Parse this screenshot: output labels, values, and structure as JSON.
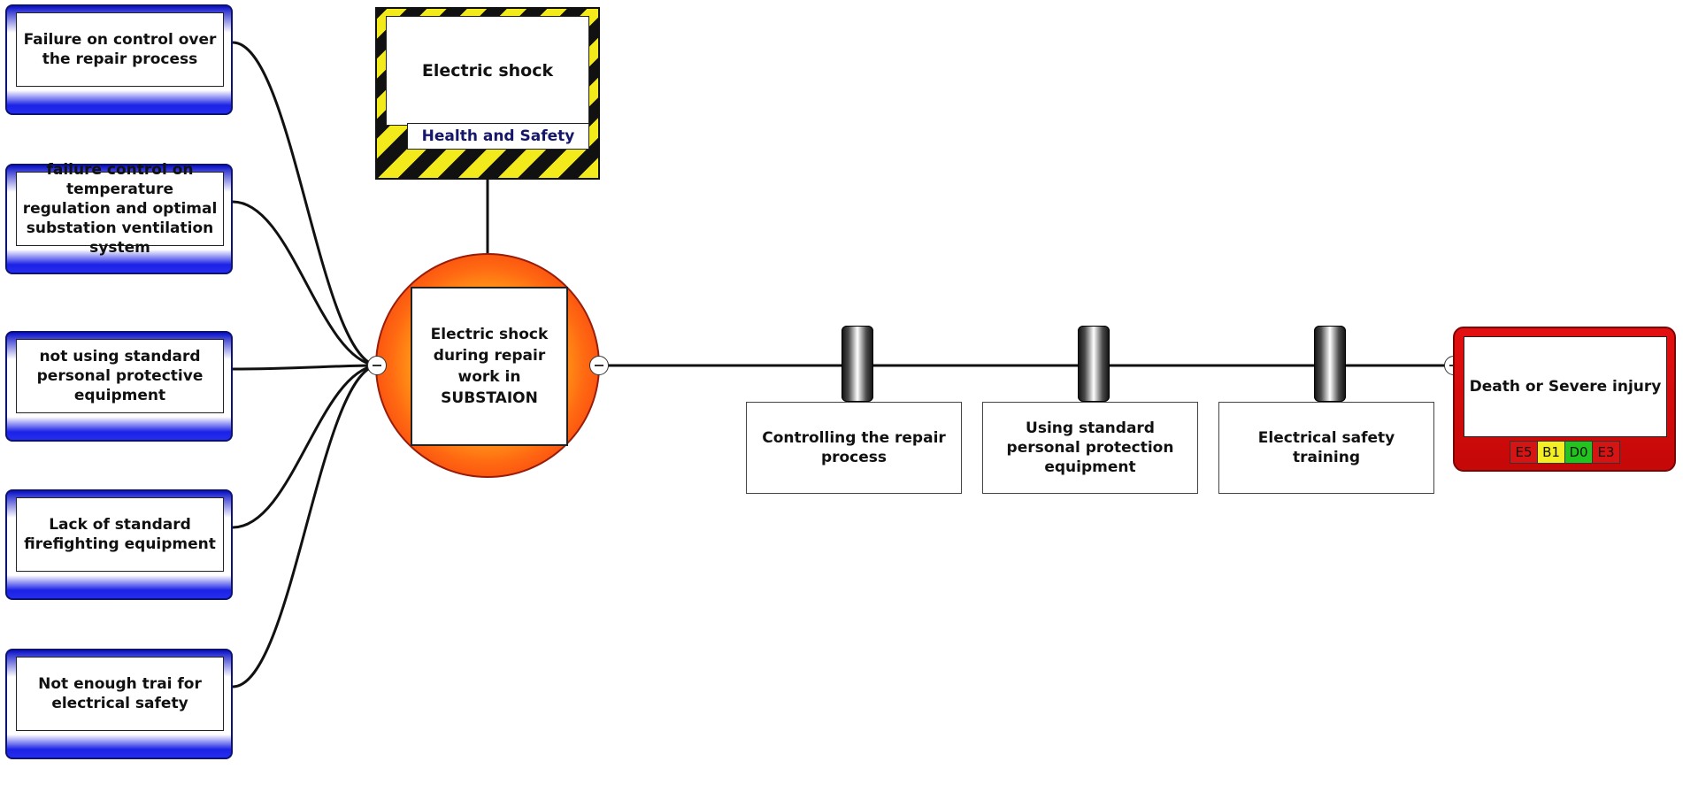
{
  "hazard": {
    "title": "Electric shock",
    "category": "Health and Safety"
  },
  "top_event": {
    "label": "Electric shock during repair work in SUBSTAION"
  },
  "threats": [
    {
      "label": "Failure on control over the repair process"
    },
    {
      "label": "failure control on temperature regulation and optimal substation ventilation system"
    },
    {
      "label": "not using standard personal protective equipment"
    },
    {
      "label": "Lack of standard firefighting equipment"
    },
    {
      "label": "Not enough trai for electrical safety"
    }
  ],
  "barriers": [
    {
      "label": "Controlling the repair process"
    },
    {
      "label": "Using standard personal protection equipment"
    },
    {
      "label": "Electrical safety training"
    }
  ],
  "consequence": {
    "label": "Death or Severe injury",
    "risk_matrix": [
      {
        "code": "E5",
        "color": "#d61414"
      },
      {
        "code": "B1",
        "color": "#f4ef22"
      },
      {
        "code": "D0",
        "color": "#22c51e"
      },
      {
        "code": "E3",
        "color": "#d61414"
      }
    ]
  },
  "colors": {
    "threat_blue": "#1b22e6",
    "consequence_red": "#d60c0c",
    "hazard_yellow": "#f2ea1a"
  }
}
